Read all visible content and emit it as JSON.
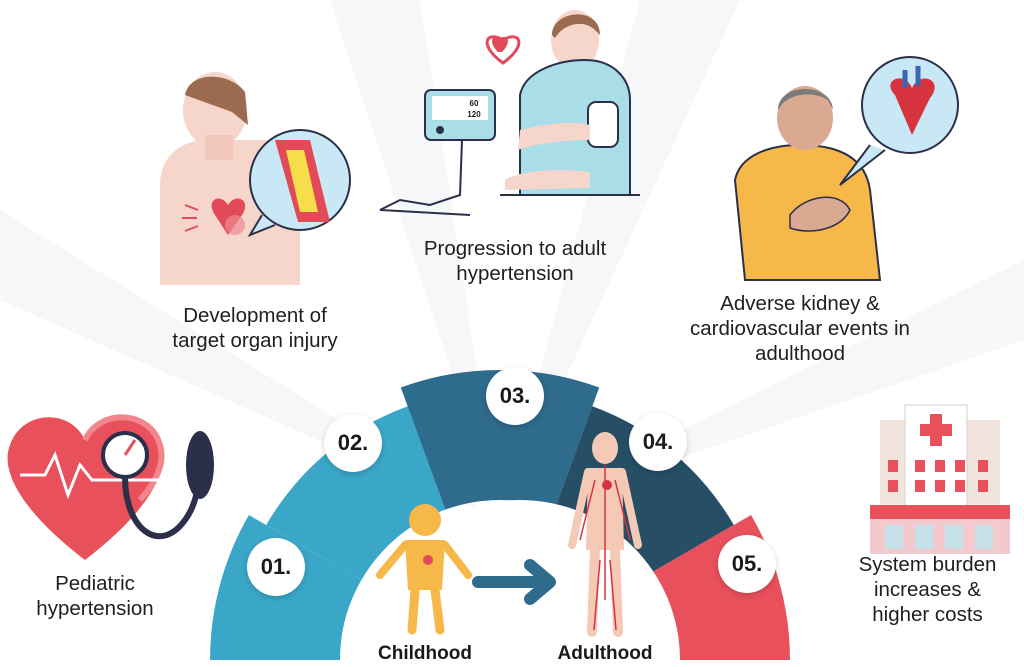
{
  "steps": [
    {
      "number": "01.",
      "label": "Pediatric\nhypertension",
      "color": "#3aa6c8"
    },
    {
      "number": "02.",
      "label": "Development of\ntarget organ injury",
      "color": "#3aa6c8"
    },
    {
      "number": "03.",
      "label": "Progression to adult\nhypertension",
      "color": "#2f6b8c"
    },
    {
      "number": "04.",
      "label": "Adverse kidney &\ncardiovascular events in\nadulthood",
      "color": "#264f66"
    },
    {
      "number": "05.",
      "label": "System burden\nincreases &\nhigher costs",
      "color": "#e8505b"
    }
  ],
  "monitor": {
    "top_reading": "60",
    "bottom_reading": "120"
  },
  "stages": {
    "start": "Childhood",
    "end": "Adulthood"
  },
  "icons": {
    "pediatric": "heart-gauge-icon",
    "organ_injury": "organ-injury-icon",
    "progression": "bp-monitor-person-icon",
    "adverse_events": "chest-pain-person-icon",
    "system_burden": "hospital-icon",
    "arrow": "arrow-right-icon"
  }
}
